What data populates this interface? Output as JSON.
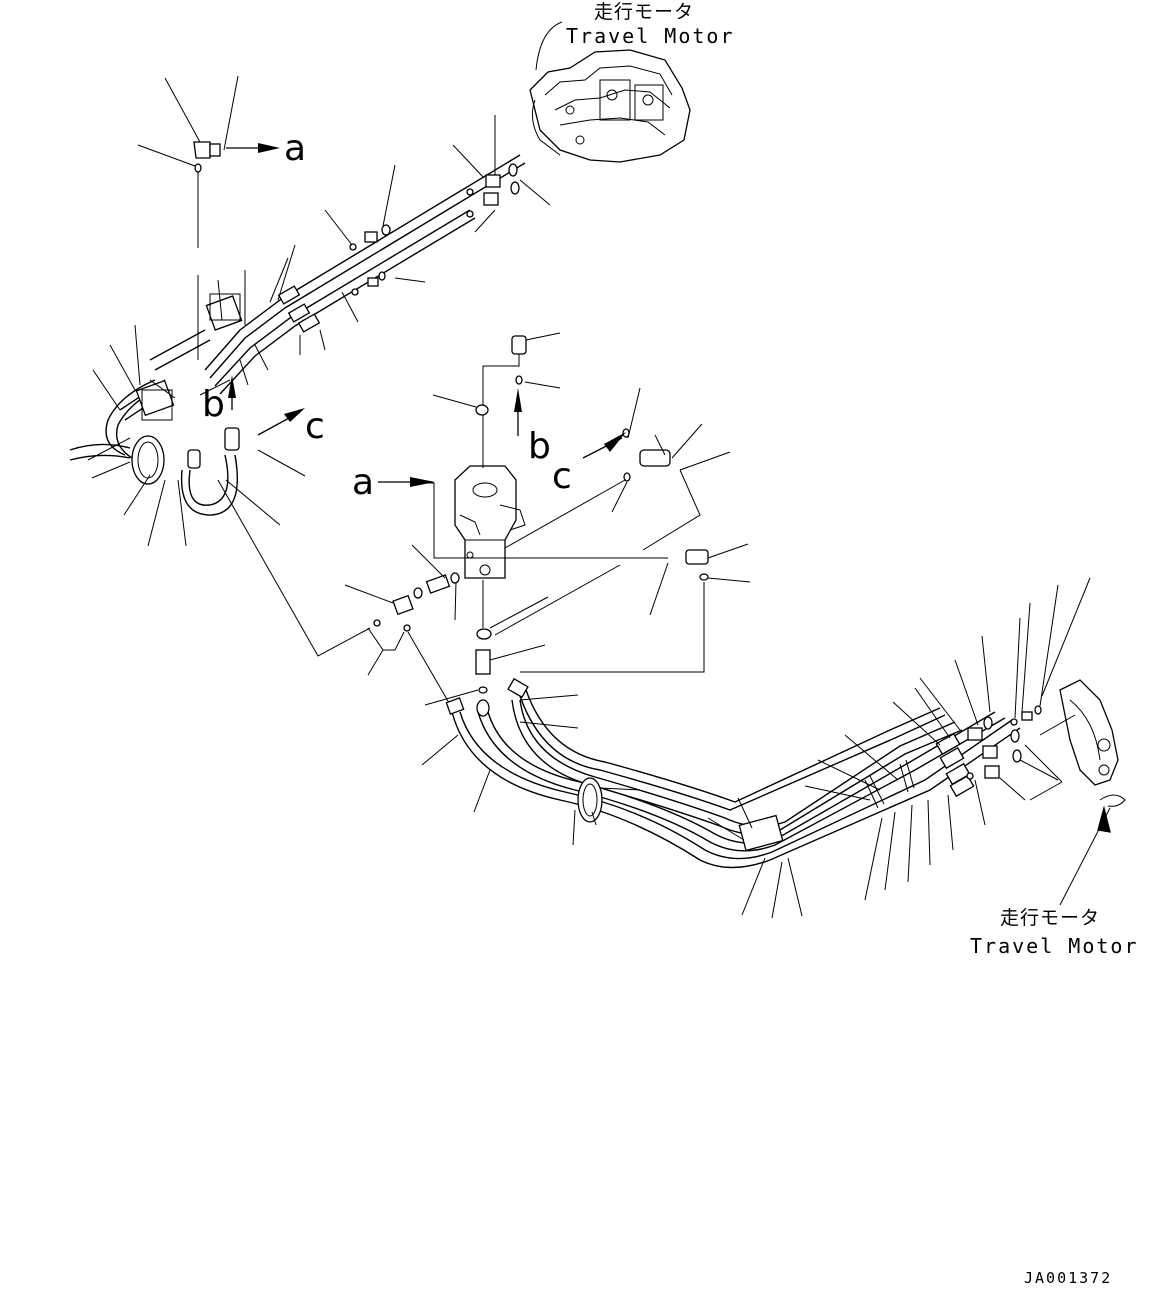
{
  "labels": {
    "travel_motor_top_jp": "走行モータ",
    "travel_motor_top_en": "Travel Motor",
    "travel_motor_bottom_jp": "走行モータ",
    "travel_motor_bottom_en": "Travel Motor",
    "drawing_code": "JA001372"
  },
  "callouts": {
    "a_top": "a",
    "b_left": "b",
    "c_left": "c",
    "a_center": "a",
    "b_center": "b",
    "c_right": "c"
  }
}
